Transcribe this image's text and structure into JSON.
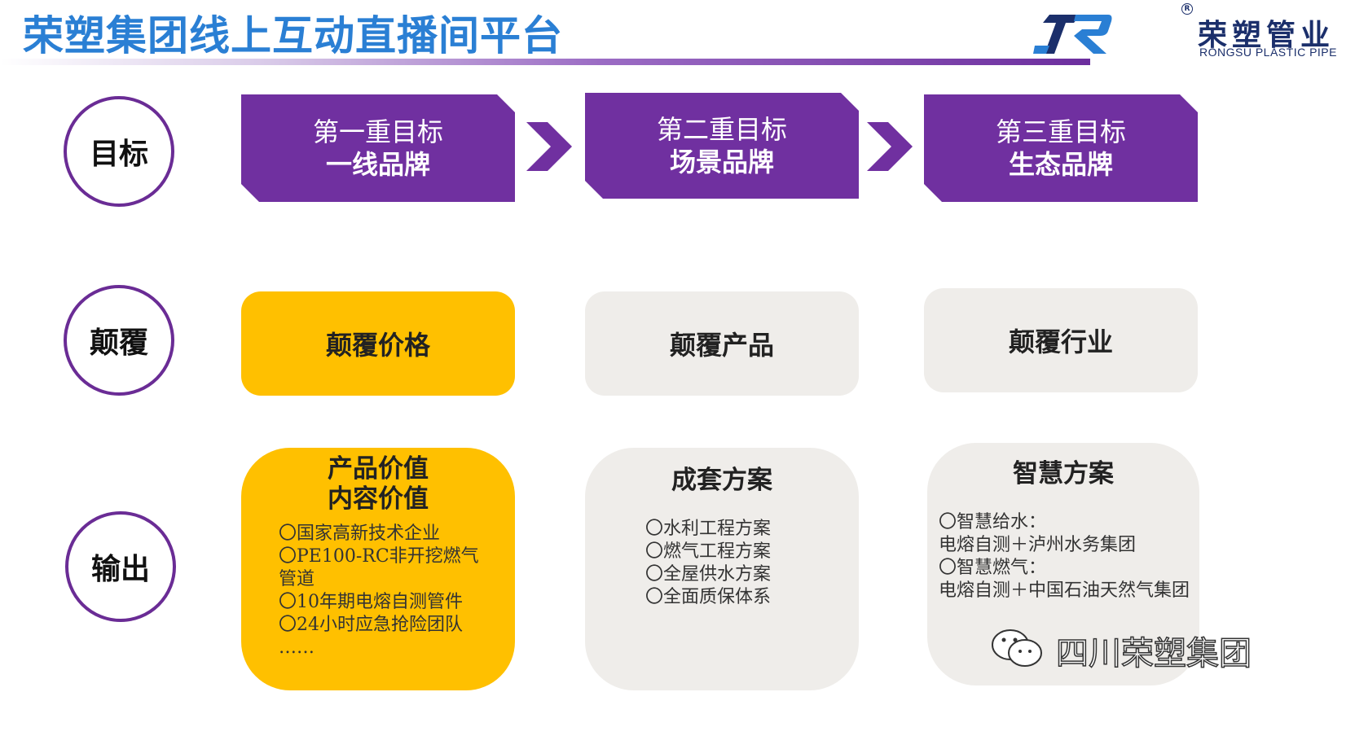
{
  "header": {
    "title": "荣塑集团线上互动直播间平台",
    "logo_name": "荣塑管业",
    "logo_en": "RONGSU PLASTIC PIPE",
    "logo_reg": "R"
  },
  "rows": {
    "goal": "目标",
    "disrupt": "颠覆",
    "output": "输出"
  },
  "goals": [
    {
      "line1": "第一重目标",
      "line2": "一线品牌"
    },
    {
      "line1": "第二重目标",
      "line2": "场景品牌"
    },
    {
      "line1": "第三重目标",
      "line2": "生态品牌"
    }
  ],
  "disrupts": [
    "颠覆价格",
    "颠覆产品",
    "颠覆行业"
  ],
  "outputs": [
    {
      "head1": "产品价值",
      "head2": "内容价值",
      "items": [
        "〇国家高新技术企业",
        "〇PE100-RC非开挖燃气",
        "管道",
        "〇10年期电熔自测管件",
        "〇24小时应急抢险团队",
        "……"
      ]
    },
    {
      "head1": "成套方案",
      "items": [
        "〇水利工程方案",
        "〇燃气工程方案",
        "〇全屋供水方案",
        "〇全面质保体系"
      ]
    },
    {
      "head1": "智慧方案",
      "items": [
        "〇智慧给水：",
        "电熔自测＋泸州水务集团",
        "〇智慧燃气：",
        "电熔自测＋中国石油天然气集团"
      ]
    }
  ],
  "watermark": "四川荣塑集团",
  "colors": {
    "purple": "#7030a0",
    "yellow": "#ffc000",
    "grey": "#efedea",
    "title_blue": "#2a7fd4"
  }
}
